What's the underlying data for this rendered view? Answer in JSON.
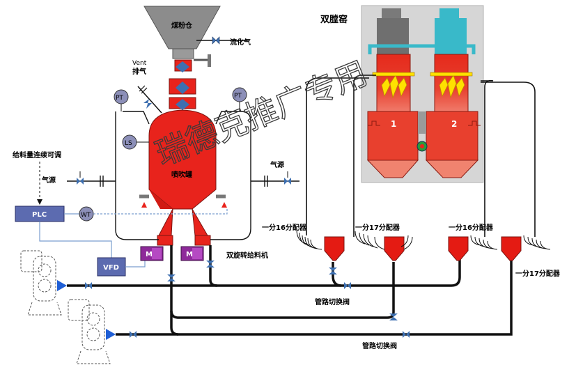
{
  "labels": {
    "coal_bin": "煤粉仓",
    "fluidizing_gas": "流化气",
    "vent_en": "Vent",
    "vent_cn": "排气",
    "pt": "PT",
    "ls": "LS",
    "wt": "WT",
    "plc": "PLC",
    "vfd": "VFD",
    "motor": "M",
    "feed_adjust": "给料量连续可调",
    "gas_source": "气源",
    "spray_tank": "喷吹罐",
    "twin_rotary_feeder": "双旋转给料机",
    "kiln_title": "双膛窑",
    "kiln_chamber_1": "1",
    "kiln_chamber_2": "2",
    "distributor_16": "一分16分配器",
    "distributor_17": "一分17分配器",
    "pipe_switch_valve": "管路切换阀",
    "watermark": "瑞德克推广专用"
  },
  "colors": {
    "vessel_red": "#e8231c",
    "kiln_red": "#e83a2c",
    "kiln_blue": "#39b9c9",
    "distributor_red": "#e41b13",
    "pipe": "#111111",
    "gas_arrow": "#1f5fd6",
    "valve_blue": "#3d6fb0",
    "signal_line": "#7a9ecf",
    "motor_purple": "#8e2a9a",
    "device_box": "#5c6bb0",
    "flame_yellow": "#ffe100",
    "hopper_grey": "#8c8c8c"
  }
}
